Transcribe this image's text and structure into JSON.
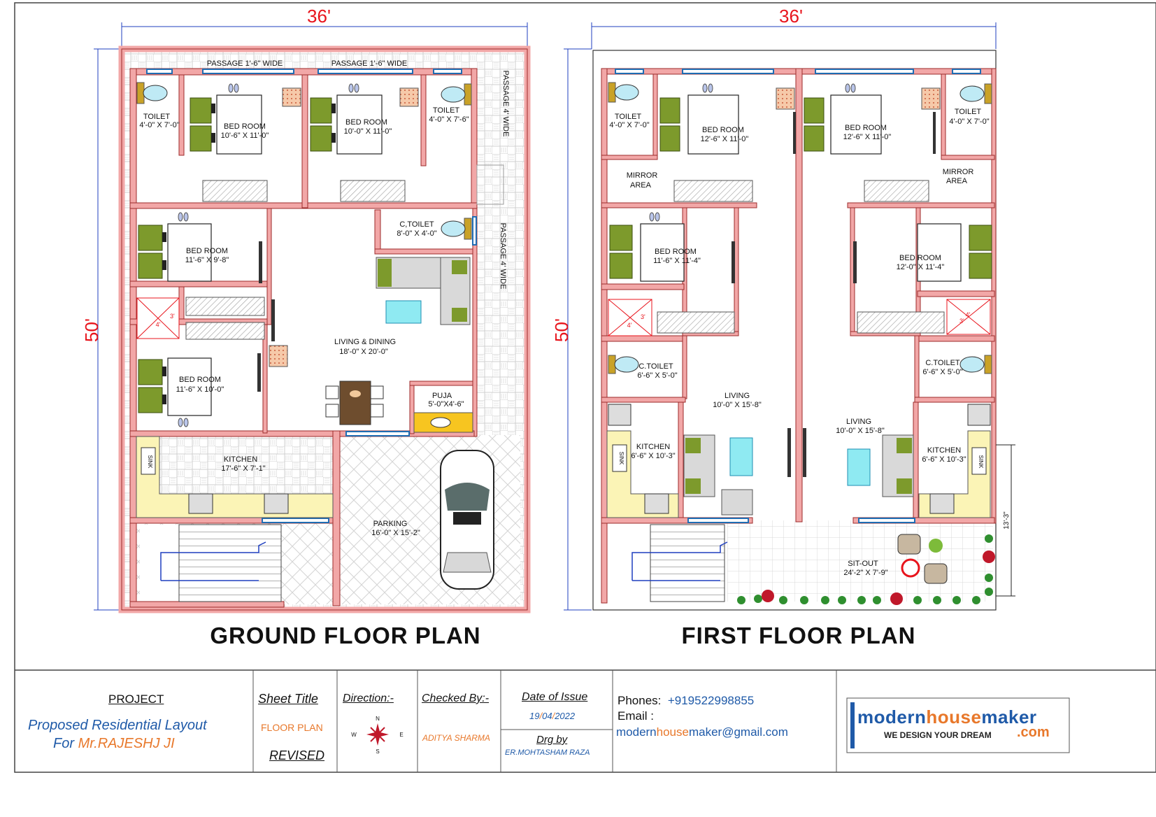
{
  "ground_floor": {
    "title": "GROUND FLOOR PLAN",
    "width_label": "36'",
    "depth_label": "50'",
    "labels": {
      "passage_top_left": "PASSAGE 1'-6\" WIDE",
      "passage_top_right": "PASSAGE 1'-6\" WIDE",
      "passage_right_top": "PASSAGE 4' WIDE",
      "passage_right_mid": "PASSAGE 4' WIDE",
      "toilet_left": "TOILET",
      "toilet_left_dim": "4'-0\" X 7'-0\"",
      "bed1": "BED ROOM",
      "bed1_dim": "10'-6\" X 11'-0\"",
      "bed2": "BED ROOM",
      "bed2_dim": "10'-0\" X 11'-0\"",
      "toilet_right": "TOILET",
      "toilet_right_dim": "4'-0\" X 7'-6\"",
      "ctoilet": "C,TOILET",
      "ctoilet_dim": "8'-0\" X 4'-0\"",
      "bed3": "BED ROOM",
      "bed3_dim": "11'-6\" X 9'-8\"",
      "bed4": "BED ROOM",
      "bed4_dim": "11'-6\" X 10'-0\"",
      "living": "LIVING & DINING",
      "living_dim": "18'-0\" X 20'-0\"",
      "puja": "PUJA",
      "puja_dim": "5'-0\"X4'-6\"",
      "kitchen": "KITCHEN",
      "kitchen_dim": "17'-6\" X 7'-1\"",
      "parking": "PARKING",
      "parking_dim": "16'-0\" X 15'-2\"",
      "duct_w": "4'",
      "duct_h": "3'",
      "sink": "SINK"
    }
  },
  "first_floor": {
    "title": "FIRST FLOOR PLAN",
    "width_label": "36'",
    "depth_label": "50'",
    "sitout_dim_side": "13'-3\"",
    "labels": {
      "toilet_left": "TOILET",
      "toilet_left_dim": "4'-0\" X 7'-0\"",
      "bed1": "BED ROOM",
      "bed1_dim": "12'-6\" X 11'-0\"",
      "bed2": "BED ROOM",
      "bed2_dim": "12'-6\" X 11'-0\"",
      "toilet_right": "TOILET",
      "toilet_right_dim": "4'-0\" X 7'-0\"",
      "mirror_left": "MIRROR",
      "mirror_left2": "AREA",
      "mirror_right": "MIRROR",
      "mirror_right2": "AREA",
      "bed3": "BED ROOM",
      "bed3_dim": "11'-6\" X 11'-4\"",
      "bed4": "BED ROOM",
      "bed4_dim": "12'-0\" X 11'-4\"",
      "ctoilet_left": "C.TOILET",
      "ctoilet_left_dim": "6'-6\" X 5'-0\"",
      "ctoilet_right": "C.TOILET",
      "ctoilet_right_dim": "6'-6\" X 5'-0\"",
      "living_left": "LIVING",
      "living_left_dim": "10'-0\" X 15'-8\"",
      "living_right": "LIVING",
      "living_right_dim": "10'-0\" X 15'-8\"",
      "kitchen_left": "KITCHEN",
      "kitchen_left_dim": "6'-6\" X 10'-3\"",
      "kitchen_right": "KITCHEN",
      "kitchen_right_dim": "6'-6\" X 10'-3\"",
      "sitout": "SIT-OUT",
      "sitout_dim": "24'-2\" X 7'-9\"",
      "duct_w": "4'",
      "duct_h": "3'",
      "sink": "SINK"
    }
  },
  "title_block": {
    "project_label": "PROJECT",
    "project_line1": "Proposed Residential Layout",
    "project_for": "For",
    "project_client": "Mr.RAJESHJ JI",
    "sheet_title_label": "Sheet Title",
    "sheet_title_value": "FLOOR PLAN",
    "revised": "REVISED",
    "direction_label": "Direction:-",
    "compass": {
      "n": "N",
      "s": "S",
      "e": "E",
      "w": "W"
    },
    "checked_label": "Checked By:-",
    "checked_value": "ADITYA SHARMA",
    "date_label": "Date of Issue",
    "date_day": "19",
    "date_month": "04",
    "date_year": "2022",
    "date_sep": "/",
    "drg_label": "Drg by",
    "drg_value": "ER.MOHTASHAM RAZA",
    "phones_label": "Phones:",
    "phones_value": "+919522998855",
    "email_label": "Email :",
    "email_user_a": "modern",
    "email_user_b": "house",
    "email_user_c": "maker",
    "email_domain": "@gmail.com",
    "logo_a": "modern",
    "logo_b": "house",
    "logo_c": "maker",
    "logo_tagline": "WE DESIGN YOUR DREAM",
    "logo_com": ".com"
  },
  "colors": {
    "wall": "#f2a7a7",
    "wall_stroke": "#9c2b2b",
    "dimension": "#e8141c",
    "kitchen_counter": "#fbf4b6",
    "puja": "#f7c520",
    "accent_blue": "#1f6db3",
    "accent_orange": "#e8782b"
  }
}
